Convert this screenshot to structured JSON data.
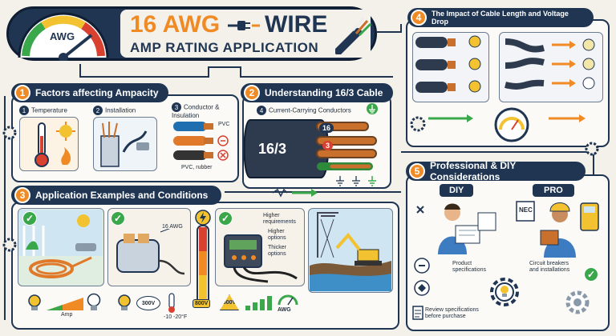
{
  "title": {
    "line1_a": "16 AWG",
    "line1_b": "WIRE",
    "line2": "AMP RATING APPLICATION",
    "gauge_label": "AWG"
  },
  "section1": {
    "num": "1",
    "title": "Factors affecting Ampacity",
    "items": [
      {
        "num": "1",
        "label": "Temperature"
      },
      {
        "num": "2",
        "label": "Installation"
      },
      {
        "num": "3",
        "label": "Conductor & Insulation"
      }
    ],
    "insulation_labels": [
      "PVC",
      "PVC, rubber"
    ]
  },
  "section2": {
    "num": "2",
    "title": "Understanding 16/3 Cable",
    "sub_num": "4",
    "sub_title": "Current-Carrying Conductors",
    "cable_label": "16/3",
    "conductor_labels": [
      "16",
      "3"
    ]
  },
  "section3": {
    "num": "3",
    "title": "Application Examples and Conditions",
    "awg_label": "16 AWG",
    "notes": [
      "Higher requirements",
      "Higher options",
      "Thicker options"
    ],
    "voltage_300": "300V",
    "temp_range": "-10 -20°F",
    "voltage_800": "800V",
    "voltage_600": "600V",
    "awg_small": "AWG",
    "amp_small": "Amp"
  },
  "section4": {
    "num": "4",
    "title": "The Impact of Cable Length and Voltage Drop"
  },
  "section5": {
    "num": "5",
    "title": "Professional & DIY Considerations",
    "diy_label": "DIY",
    "pro_label": "PRO",
    "nec_label": "NEC",
    "diy_note": "Product specifications",
    "pro_note": "Circuit breakers and installations",
    "review_note": "Review specifications before purchase"
  },
  "colors": {
    "navy": "#1f3552",
    "orange": "#f08a24",
    "green": "#3aa84a",
    "copper": "#c8702c"
  }
}
